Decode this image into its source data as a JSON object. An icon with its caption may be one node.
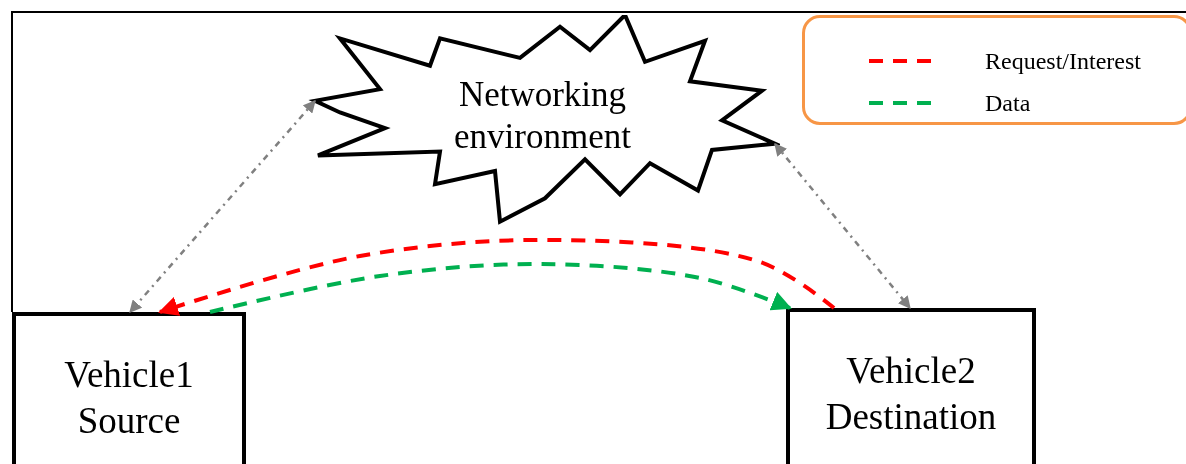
{
  "diagram": {
    "nodes": [
      {
        "text": [
          "Networking environment"
        ]
      },
      {
        "text": [
          "Vehicle1 Source"
        ]
      },
      {
        "text": [
          "Vehicle2 Destination"
        ]
      }
    ],
    "edges": [
      {
        "from": 0,
        "to": 1,
        "arrow": "both",
        "style": "dashed",
        "color": "#808080"
      },
      {
        "from": 0,
        "to": 2,
        "arrow": "both",
        "style": "dashed",
        "color": "#808080"
      },
      {
        "from": 2,
        "to": 1,
        "arrow": "to",
        "style": "dashed",
        "color": "#ff0000"
      },
      {
        "from": 1,
        "to": 2,
        "arrow": "to",
        "style": "dashed",
        "color": "#00b050"
      }
    ],
    "legend": [
      {
        "text": "Request/Interest"
      },
      {
        "text": "Data"
      }
    ]
  }
}
